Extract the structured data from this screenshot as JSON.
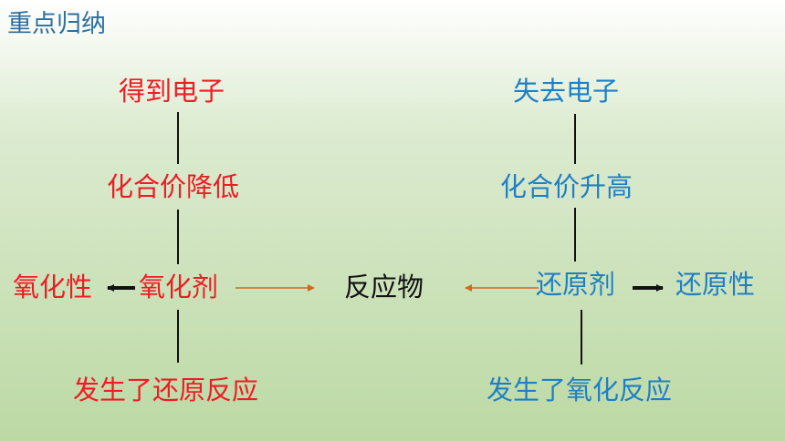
{
  "title": "重点归纳",
  "left": {
    "gain_electrons": "得到电子",
    "valence_decrease": "化合价降低",
    "oxidizing_agent": "氧化剂",
    "oxidizing_property": "氧化性",
    "reduction_reaction": "发生了还原反应"
  },
  "center": {
    "reactant": "反应物"
  },
  "right": {
    "lose_electrons": "失去电子",
    "valence_increase": "化合价升高",
    "reducing_agent": "还原剂",
    "reducing_property": "还原性",
    "oxidation_reaction": "发生了氧化反应"
  },
  "colors": {
    "left_text": "#ee1c24",
    "right_text": "#1f7fc4",
    "center_text": "#111111",
    "title": "#2e6e9e",
    "connector": "#d2691e"
  }
}
